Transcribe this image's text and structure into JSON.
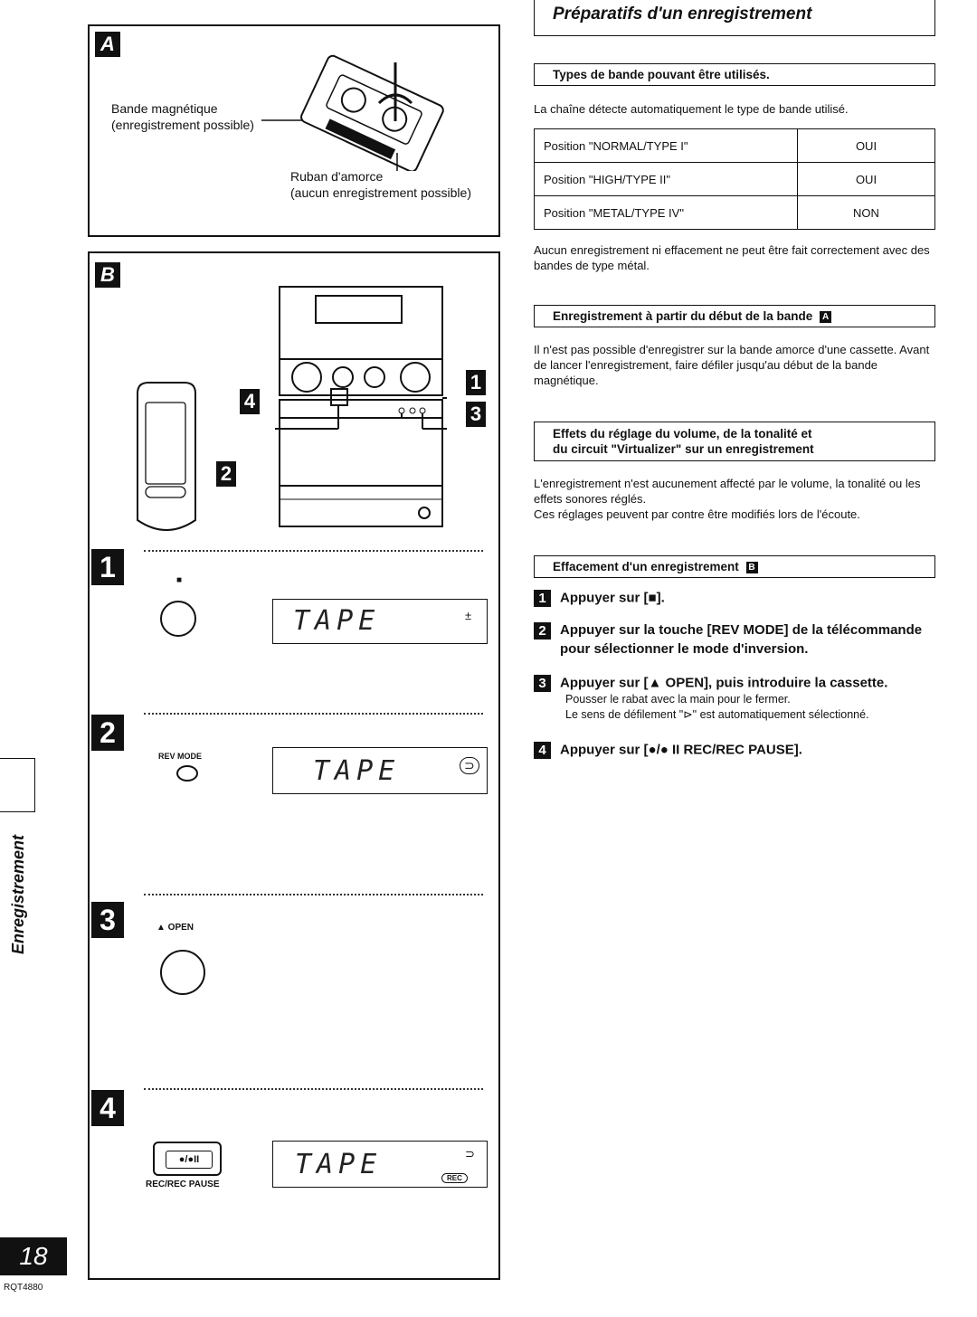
{
  "page": {
    "title": "Préparatifs d'un enregistrement",
    "side_label": "Enregistrement",
    "page_number": "18",
    "doc_code": "RQT4880"
  },
  "panel_a": {
    "label": "A",
    "tape_label_line1": "Bande magnétique",
    "tape_label_line2": "(enregistrement possible)",
    "leader_label_line1": "Ruban d'amorce",
    "leader_label_line2": "(aucun enregistrement possible)"
  },
  "panel_b": {
    "label": "B",
    "callouts": [
      "1",
      "2",
      "3",
      "4"
    ],
    "steps": [
      {
        "num": "1",
        "button_label": "■",
        "display": "TAPE",
        "indicator": "±"
      },
      {
        "num": "2",
        "button_label": "REV MODE",
        "display": "TAPE",
        "indicator": "⊃"
      },
      {
        "num": "3",
        "button_label": "▲ OPEN",
        "display": "",
        "indicator": ""
      },
      {
        "num": "4",
        "button_label": "●/●II",
        "button_caption": "REC/REC PAUSE",
        "display": "TAPE",
        "indicator": "⊃",
        "rec_badge": "REC"
      }
    ]
  },
  "section1": {
    "heading": "Types de bande pouvant être utilisés.",
    "intro": "La chaîne détecte automatiquement le type de bande utilisé.",
    "rows": [
      {
        "position": "Position \"NORMAL/TYPE I\"",
        "ok": "OUI"
      },
      {
        "position": "Position \"HIGH/TYPE II\"",
        "ok": "OUI"
      },
      {
        "position": "Position \"METAL/TYPE IV\"",
        "ok": "NON"
      }
    ],
    "note": "Aucun enregistrement ni effacement ne peut être fait correctement avec des bandes de type métal."
  },
  "section2": {
    "heading": "Enregistrement à partir du début de la bande",
    "heading_ref": "A",
    "text": "Il n'est pas possible d'enregistrer sur la bande amorce d'une cassette. Avant de lancer l'enregistrement, faire défiler jusqu'au début de la bande magnétique."
  },
  "section3": {
    "heading_line1": "Effets du réglage du volume, de la tonalité et",
    "heading_line2": "du circuit \"Virtualizer\" sur un enregistrement",
    "text1": "L'enregistrement n'est aucunement affecté par le volume, la tonalité ou les effets sonores réglés.",
    "text2": "Ces réglages peuvent par contre être modifiés lors de l'écoute."
  },
  "section4": {
    "heading": "Effacement d'un enregistrement",
    "heading_ref": "B",
    "steps": [
      {
        "num": "1",
        "text": "Appuyer sur [■]."
      },
      {
        "num": "2",
        "text": "Appuyer sur la touche [REV MODE] de la télécommande pour sélectionner le mode d'inversion."
      },
      {
        "num": "3",
        "text": "Appuyer sur [▲ OPEN], puis introduire la cassette.",
        "sub1": "Pousser le rabat avec la main pour le fermer.",
        "sub2": "Le sens de défilement \"⊳\" est automatiquement sélectionné."
      },
      {
        "num": "4",
        "text": "Appuyer sur [●/● II REC/REC PAUSE]."
      }
    ]
  }
}
